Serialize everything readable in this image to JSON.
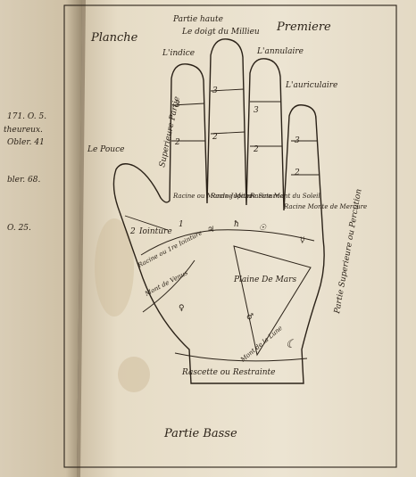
{
  "title": {
    "left": "Planche",
    "center_top": "Partie haute",
    "center": "Le doigt du Millieu",
    "right": "Premiere"
  },
  "fingers": {
    "index": "L'indice",
    "annulaire": "L'annulaire",
    "auriculaire": "L'auriculaire",
    "pouce": "Le Pouce"
  },
  "regions": {
    "superieure": "Superieure Partie",
    "superieure_ou_percution": "Partie Superieure ou Percution",
    "basse": "Partie Basse",
    "plaine_de_mars": "Plaine De Mars",
    "mont_de_la_lune": "Mont de la Lune",
    "rascette": "Rascette ou Restrainte",
    "racine_jointure": "Racine ou 1re Iointure",
    "mont_de_venus": "Mont de Venus",
    "jointure": "Iointure"
  },
  "mounts": {
    "jupiter": "Racine ou Monde Jupiter",
    "saturne": "Racine Monde Saturne",
    "soleil": "Racine Mont du Soleil",
    "mercure": "Racine Monte de Mercure"
  },
  "numbers": {
    "one": "1",
    "two": "2",
    "three": "3"
  },
  "symbols": {
    "jupiter": "♃",
    "saturne": "ħ",
    "soleil": "☉",
    "mercure": "☿",
    "venus": "♀",
    "mars": "♂",
    "lune": "☾"
  },
  "left_page_notes": [
    "171. O. 5.",
    "theureux.",
    "Obler. 41",
    "bler. 68.",
    "O. 25."
  ],
  "colors": {
    "page": "#e9e1cf",
    "ink": "#2b2218",
    "shadow": "#3b3128"
  }
}
